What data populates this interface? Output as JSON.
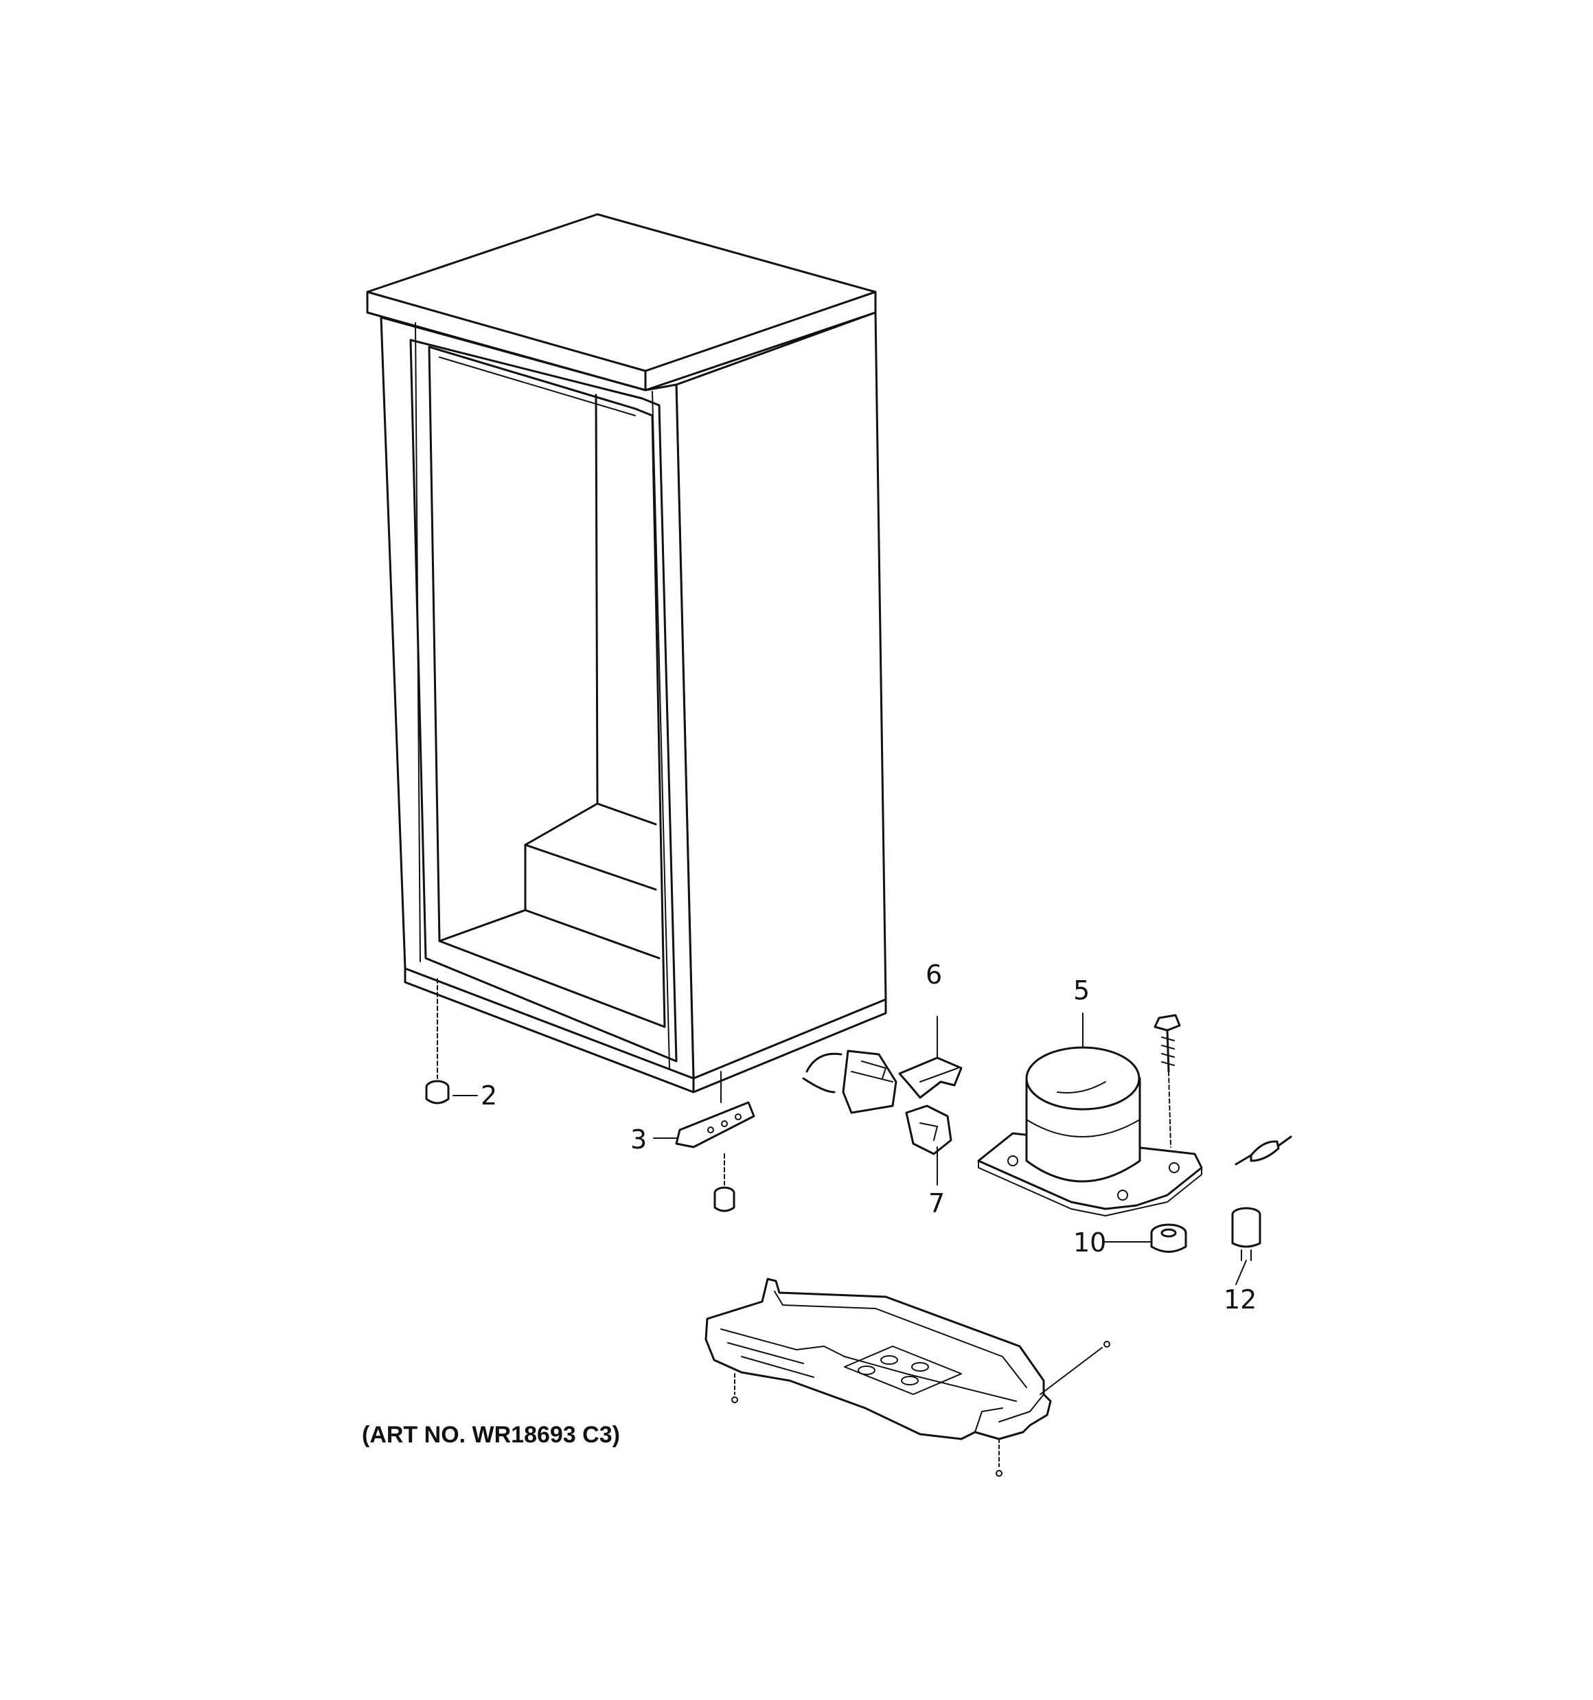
{
  "diagram": {
    "art_number": "(ART NO. WR18693 C3)",
    "callouts": [
      {
        "id": "2",
        "label": "2"
      },
      {
        "id": "3",
        "label": "3"
      },
      {
        "id": "5",
        "label": "5"
      },
      {
        "id": "6",
        "label": "6"
      },
      {
        "id": "7",
        "label": "7"
      },
      {
        "id": "10",
        "label": "10"
      },
      {
        "id": "12",
        "label": "12"
      }
    ]
  }
}
